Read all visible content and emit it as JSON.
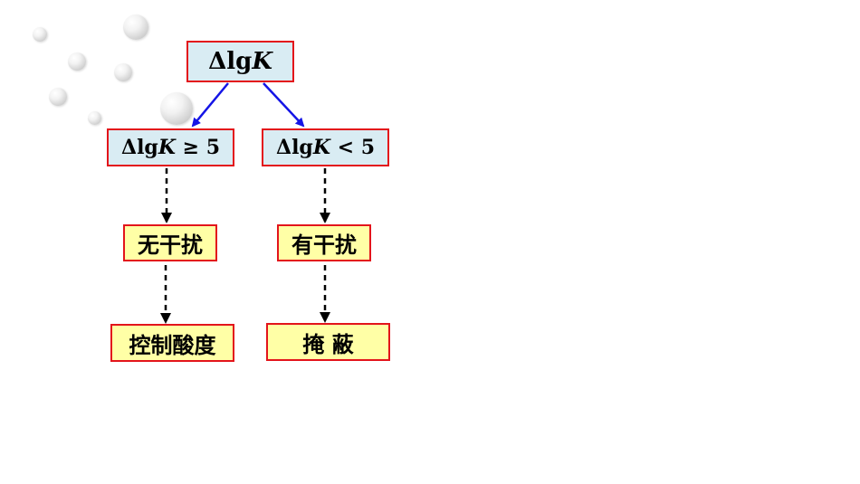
{
  "diagram": {
    "root": {
      "prefix": "ΔlgK",
      "label": "ΔlgK"
    },
    "left_branch": {
      "condition": "ΔlgK ≥ 5",
      "result": "无干扰",
      "action": "控制酸度"
    },
    "right_branch": {
      "condition": "ΔlgK < 5",
      "result": "有干扰",
      "action": "掩 蔽"
    }
  },
  "colors": {
    "border": "#e3141b",
    "condition_fill": "#d9ecf3",
    "result_fill": "#ffffa6",
    "solid_arrow": "#1414e6",
    "dashed_arrow": "#000000"
  }
}
